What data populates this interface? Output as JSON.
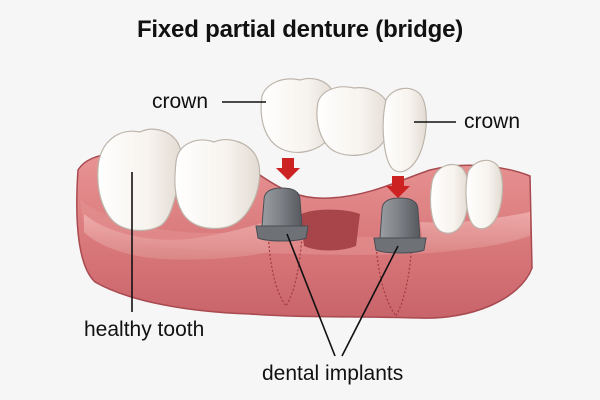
{
  "title": "Fixed partial denture (bridge)",
  "labels": {
    "crown_left": "crown",
    "crown_right": "crown",
    "healthy_tooth": "healthy tooth",
    "dental_implants": "dental implants"
  },
  "colors": {
    "gum": "#d9787b",
    "gum_light": "#eaa3a3",
    "gum_dark": "#b85558",
    "tooth": "#fbf8f4",
    "tooth_shadow": "#e3ddd6",
    "implant": "#7f8388",
    "implant_dark": "#55595e",
    "arrow": "#cc2222",
    "cavity": "#a8454a"
  },
  "icons": [
    "down-arrow-icon"
  ]
}
